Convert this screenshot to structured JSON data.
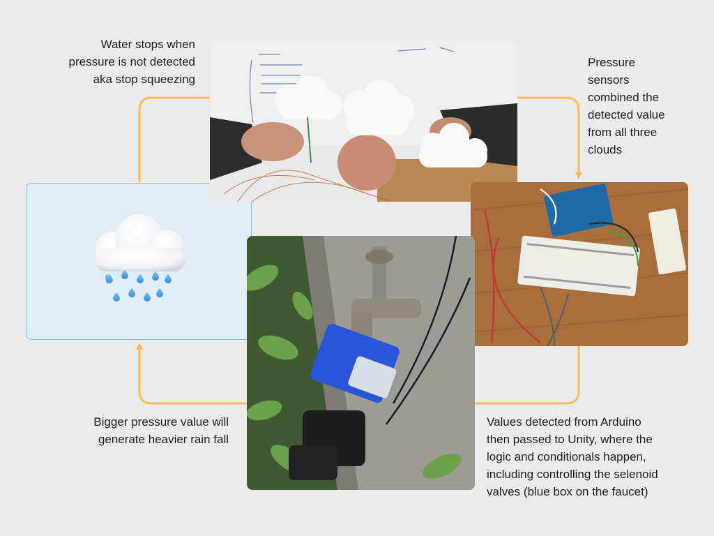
{
  "captions": {
    "top_left": "Water stops when\npressure is not detected\naka stop squeezing",
    "top_right": "Pressure\nsensors\ncombined the\ndetected value\nfrom all three\nclouds",
    "bottom_left": "Bigger pressure value will\ngenerate heavier rain fall",
    "bottom_right": "Values detected from Arduino\nthen passed to Unity, where the\nlogic and conditionals happen,\nincluding controlling the selenoid\nvalves (blue box on the faucet)"
  },
  "colors": {
    "background": "#ebebeb",
    "arrow": "#fbbd5c",
    "panel_fill": "#e1edf6",
    "panel_border": "#8cbde6",
    "text": "#1e1e1e"
  },
  "icons": {
    "rain_cloud": "cloud-with-rain-icon"
  }
}
